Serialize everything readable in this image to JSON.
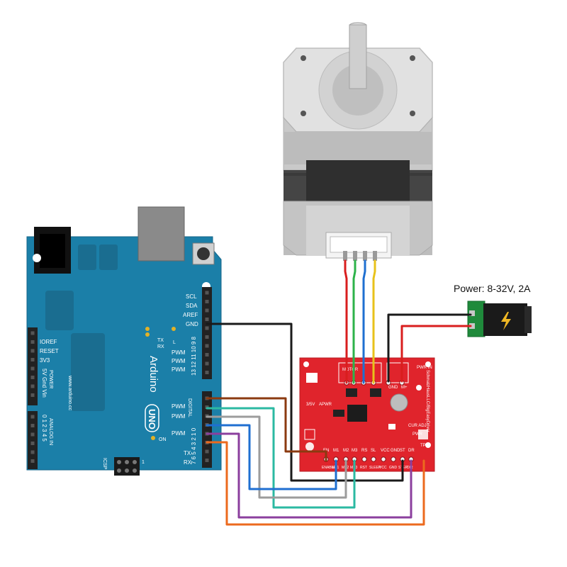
{
  "power_label": "Power: 8-32V, 2A",
  "arduino": {
    "brand": "Arduino",
    "model": "UNO",
    "url": "www.arduino.cc",
    "digital_label": "DIGITAL",
    "icsp_label": "ICSP",
    "icsp_pin_one": "1",
    "on_label": "ON",
    "l_label": "L",
    "tx_led_label": "TX",
    "rx_led_label": "RX",
    "top_pins": [
      "SCL",
      "SDA",
      "AREF",
      "GND"
    ],
    "top_pin_numbers": [
      "13",
      "12",
      "11",
      "10",
      "9",
      "8"
    ],
    "pwm_top": [
      "PWM",
      "PWM",
      "PWM"
    ],
    "pwm_mid_1": "PWM",
    "pwm_mid_2": "PWM",
    "pwm_mid_3": "PWM",
    "bottom_pin_numbers": [
      "7",
      "6",
      "5",
      "4",
      "3",
      "2",
      "1",
      "0"
    ],
    "tx_pin": "TX",
    "rx_pin": "RX",
    "power_pins": [
      "IOREF",
      "RESET",
      "3V3",
      "5V",
      "Gnd",
      "Vin"
    ],
    "power_header": "POWER",
    "analog_header": "ANALOG IN",
    "analog_pins": [
      "0",
      "1",
      "2",
      "3",
      "4",
      "5"
    ]
  },
  "driver": {
    "motor_label": "MOTOR",
    "pwr_in_label": "PWR IN",
    "gnd_label": "GND",
    "m_plus_label": "M+",
    "pins_top": [
      "EN",
      "M1",
      "M2",
      "M3",
      "RS",
      "SL",
      "VCC",
      "GND",
      "ST",
      "DR"
    ],
    "pins_bottom": [
      "ENABLE",
      "MS1",
      "MS2",
      "MS3",
      "RST",
      "SLEEP",
      "VCC",
      "GND",
      "STEP",
      "DIR"
    ],
    "side_text": "SchmalzHausLLC/BigEasyDriver",
    "v_label": "3/5V",
    "apwr_label": "APWR",
    "cur_label": "CUR ADJ",
    "pwr_label": "PWR",
    "tp_label": "TP1"
  },
  "colors": {
    "arduino_blue": "#1b7fa8",
    "driver_red": "#e0242c",
    "wire_black": "#1a1a1a",
    "wire_brown": "#8b3a10",
    "wire_teal": "#2bb9a2",
    "wire_gray": "#9c9c9c",
    "wire_blue": "#1f6fd1",
    "wire_purple": "#8b3f9e",
    "wire_orange": "#ec6a1e",
    "wire_red": "#d91e1e",
    "wire_green": "#2db34a",
    "wire_yellow": "#e8c21a"
  }
}
